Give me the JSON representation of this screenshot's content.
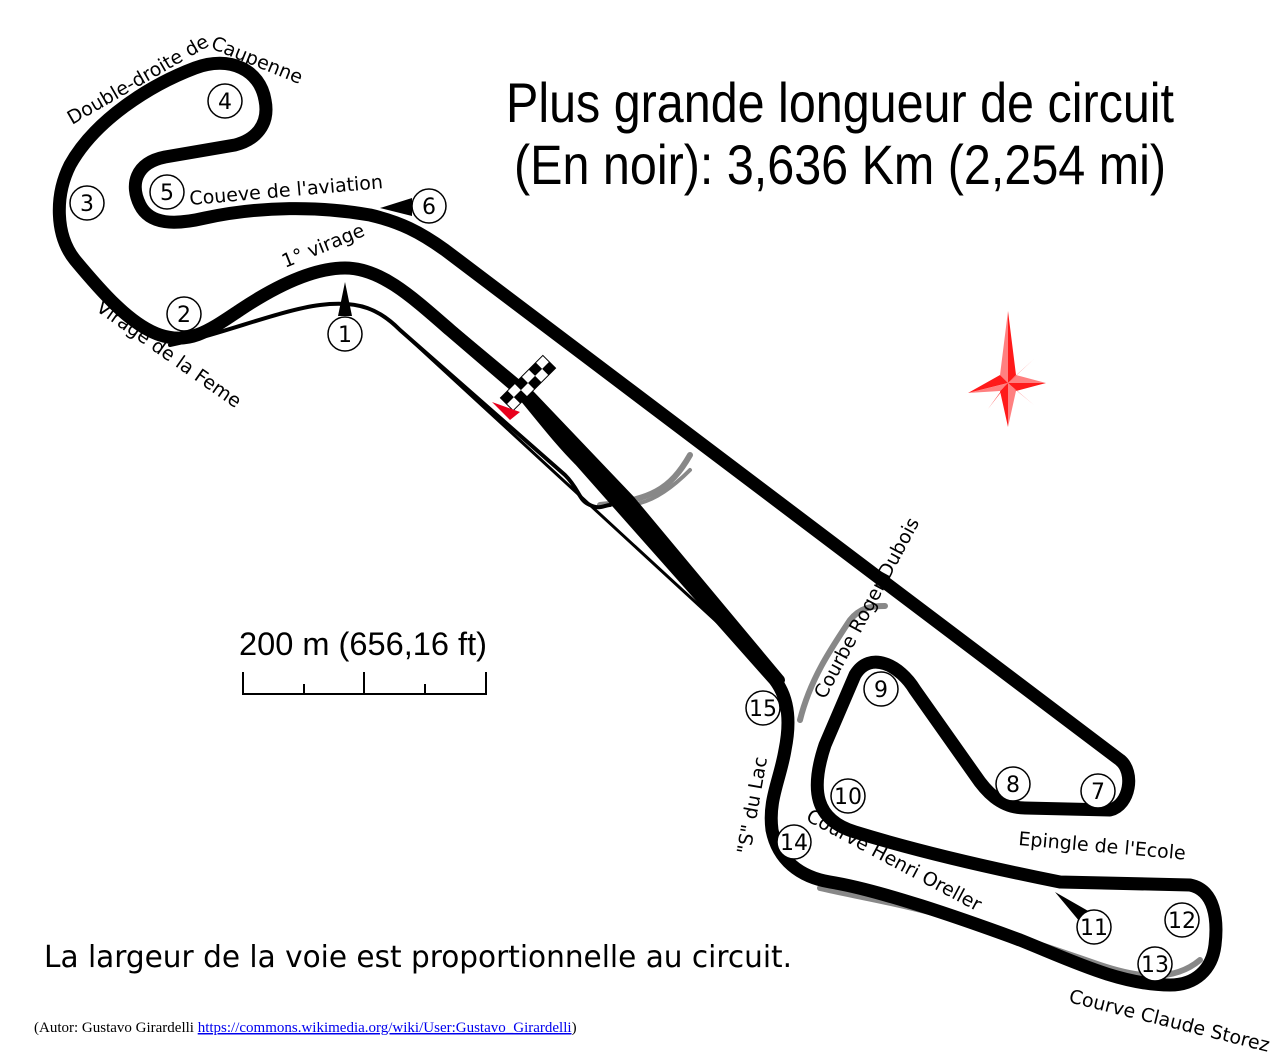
{
  "title": {
    "line1": "Plus grande longueur de circuit",
    "line2": "(En noir): 3,636 Km (2,254 mi)"
  },
  "corners": [
    {
      "n": "1",
      "name": "1° virage"
    },
    {
      "n": "2",
      "name": "Virage de la Feme"
    },
    {
      "n": "3",
      "name": ""
    },
    {
      "n": "4",
      "name": "Double-droite de Caupenne"
    },
    {
      "n": "5",
      "name": "Coueve de l'aviation"
    },
    {
      "n": "6",
      "name": ""
    },
    {
      "n": "7",
      "name": "Epingle de l'Ecole"
    },
    {
      "n": "8",
      "name": ""
    },
    {
      "n": "9",
      "name": "Courbe Roger Dubois"
    },
    {
      "n": "10",
      "name": ""
    },
    {
      "n": "11",
      "name": ""
    },
    {
      "n": "12",
      "name": ""
    },
    {
      "n": "13",
      "name": "Courve Claude Storez"
    },
    {
      "n": "14",
      "name": "Courve Henri Oreller"
    },
    {
      "n": "15",
      "name": "\"S\" du Lac"
    }
  ],
  "labels": {
    "caupenne_a": "Double-droite de",
    "caupenne_b": "Caupenne"
  },
  "scale": {
    "label": "200 m (656,16 ft)"
  },
  "note": "La largeur de la voie est proportionnelle au circuit.",
  "credit": {
    "prefix": "(Autor: Gustavo Girardelli ",
    "url": "https://commons.wikimedia.org/wiki/User:Gustavo_Girardelli",
    "suffix": ")"
  },
  "colors": {
    "track": "#000000",
    "alt_track": "#888888",
    "start_arrow": "#e8001c",
    "compass": "#ff1a1a",
    "compass_light": "#ff8080",
    "link": "#0000ee"
  },
  "icons": {
    "compass": "compass-rose-icon",
    "start_finish": "checkered-flag-icon"
  }
}
